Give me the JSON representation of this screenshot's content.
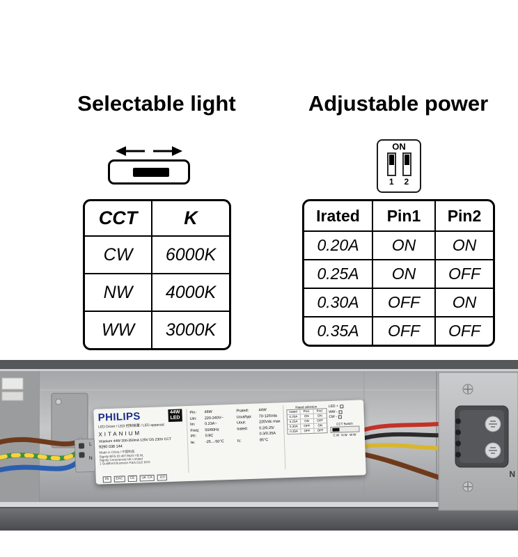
{
  "sections": {
    "selectable": {
      "title": "Selectable light"
    },
    "adjustable": {
      "title": "Adjustable power"
    }
  },
  "cct_table": {
    "headers": [
      "CCT",
      "K"
    ],
    "rows": [
      [
        "CW",
        "6000K"
      ],
      [
        "NW",
        "4000K"
      ],
      [
        "WW",
        "3000K"
      ]
    ]
  },
  "dip_switch": {
    "on_label": "ON",
    "pin1": "1",
    "pin2": "2"
  },
  "power_table": {
    "headers": [
      "Irated",
      "Pin1",
      "Pin2"
    ],
    "rows": [
      [
        "0.20A",
        "ON",
        "ON"
      ],
      [
        "0.25A",
        "ON",
        "OFF"
      ],
      [
        "0.30A",
        "OFF",
        "ON"
      ],
      [
        "0.35A",
        "OFF",
        "OFF"
      ]
    ]
  },
  "driver": {
    "brand": "PHILIPS",
    "badge_top": "44W",
    "badge_bottom": "LED",
    "subtitle": "LED Driver / LED 控制装置 / LED apparaat",
    "series": "XITANIUM",
    "model": "Xitanium 44W 200-350mA 125V DS 230V CCT",
    "code": "9290 038 144",
    "made_in": "Made in China / 中国制造",
    "addr1": "Signify BRS ID:46T.9620-YB.NL",
    "addr2": "Signify Commercial UK Limited",
    "addr3": "1 Guildford Business Park,GU2 8XG",
    "specs": [
      [
        "Pin:",
        "46W",
        "Prated:",
        "44W"
      ],
      [
        "Uin:",
        "220-240V~",
        "Uout/typ:",
        "70-125Vdc"
      ],
      [
        "Iin:",
        "0.23A~",
        "Uout:",
        "220Vdc max"
      ],
      [
        "Freq:",
        "50/60Hz",
        "Irated:",
        "0.2/0.25/"
      ],
      [
        "PF:",
        "0.9C",
        "",
        "0.3/0.35A"
      ],
      [
        "ta:",
        "-25...-50°C",
        "tc:",
        "85°C"
      ]
    ],
    "rated_selection": {
      "title": "Rated selection",
      "headers": [
        "Irated",
        "Pin1",
        "Pin2"
      ],
      "rows": [
        [
          "0.20A",
          "ON",
          "ON"
        ],
        [
          "0.25A",
          "ON",
          "OFF"
        ],
        [
          "0.30A",
          "OFF",
          "ON"
        ],
        [
          "0.35A",
          "OFF",
          "OFF"
        ]
      ]
    },
    "terminals": {
      "led": "LED +",
      "ww": "WW -",
      "cw": "CW -",
      "l": "L",
      "n": "N"
    },
    "cct_switch": {
      "label": "CCT Switch",
      "options": "CW NW WW"
    },
    "marks": [
      "05",
      "EAC",
      "CE",
      "UK CA",
      "110"
    ]
  },
  "photo": {
    "plate_n": "N"
  }
}
